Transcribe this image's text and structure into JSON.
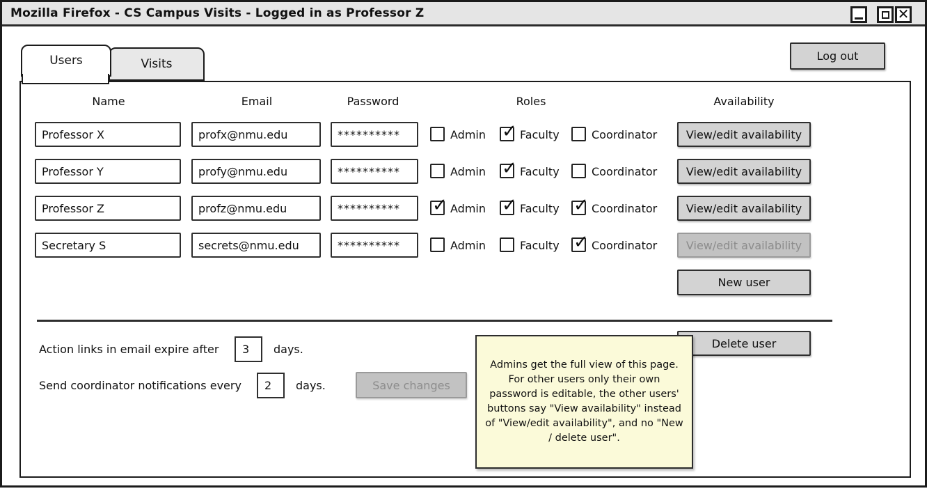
{
  "window": {
    "title": "Mozilla Firefox - CS Campus Visits - Logged in as Professor Z",
    "controls": {
      "minimize": "minimize",
      "maximize": "maximize",
      "close": "close"
    }
  },
  "tabs": [
    {
      "label": "Users",
      "active": true
    },
    {
      "label": "Visits",
      "active": false
    }
  ],
  "logout_label": "Log out",
  "table": {
    "headers": {
      "name": "Name",
      "email": "Email",
      "password": "Password",
      "roles": "Roles",
      "availability": "Availability"
    },
    "role_labels": {
      "admin": "Admin",
      "faculty": "Faculty",
      "coordinator": "Coordinator"
    },
    "rows": [
      {
        "name": "Professor X",
        "email": "profx@nmu.edu",
        "password": "**********",
        "admin": false,
        "faculty": true,
        "coordinator": false,
        "availability_label": "View/edit availability",
        "availability_enabled": true
      },
      {
        "name": "Professor Y",
        "email": "profy@nmu.edu",
        "password": "**********",
        "admin": false,
        "faculty": true,
        "coordinator": false,
        "availability_label": "View/edit availability",
        "availability_enabled": true
      },
      {
        "name": "Professor Z",
        "email": "profz@nmu.edu",
        "password": "**********",
        "admin": true,
        "faculty": true,
        "coordinator": true,
        "availability_label": "View/edit availability",
        "availability_enabled": true
      },
      {
        "name": "Secretary S",
        "email": "secrets@nmu.edu",
        "password": "**********",
        "admin": false,
        "faculty": false,
        "coordinator": true,
        "availability_label": "View/edit availability",
        "availability_enabled": false
      }
    ]
  },
  "buttons": {
    "new_user": "New user",
    "delete_user": "Delete user",
    "save_changes": "Save changes",
    "save_changes_enabled": false
  },
  "settings": {
    "expire_prefix": "Action links in email expire after",
    "expire_value": "3",
    "expire_suffix": "days.",
    "notify_prefix": "Send coordinator notifications every",
    "notify_value": "2",
    "notify_suffix": "days."
  },
  "note": {
    "text": "Admins get the full view of this page. For other users only their own password is editable, the other users' buttons say \"View availability\" instead of \"View/edit availability\", and no \"New / delete user\"."
  },
  "colors": {
    "titlebar_bg": "#e5e5e5",
    "tab_inactive_bg": "#e8e8e8",
    "button_bg": "#d3d3d3",
    "button_disabled_bg": "#c2c2c2",
    "button_disabled_text": "#8c8c8c",
    "note_bg": "#fbfad9",
    "border": "#1b1b1b"
  }
}
